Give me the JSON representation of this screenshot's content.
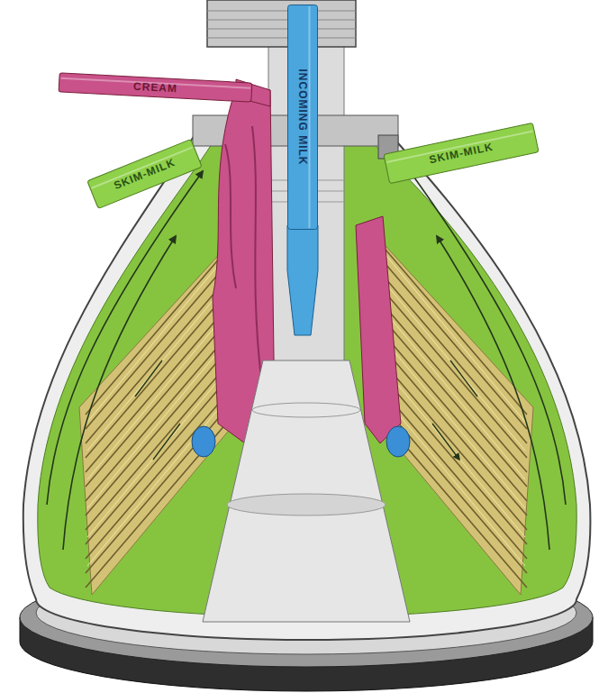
{
  "diagram": {
    "nodes": [
      {
        "text": [
          "CREAM"
        ]
      },
      {
        "text": [
          "INCOMING MILK"
        ]
      },
      {
        "text": [
          "SKIM-MILK"
        ]
      },
      {
        "text": [
          "SKIM-MILK"
        ]
      }
    ]
  }
}
